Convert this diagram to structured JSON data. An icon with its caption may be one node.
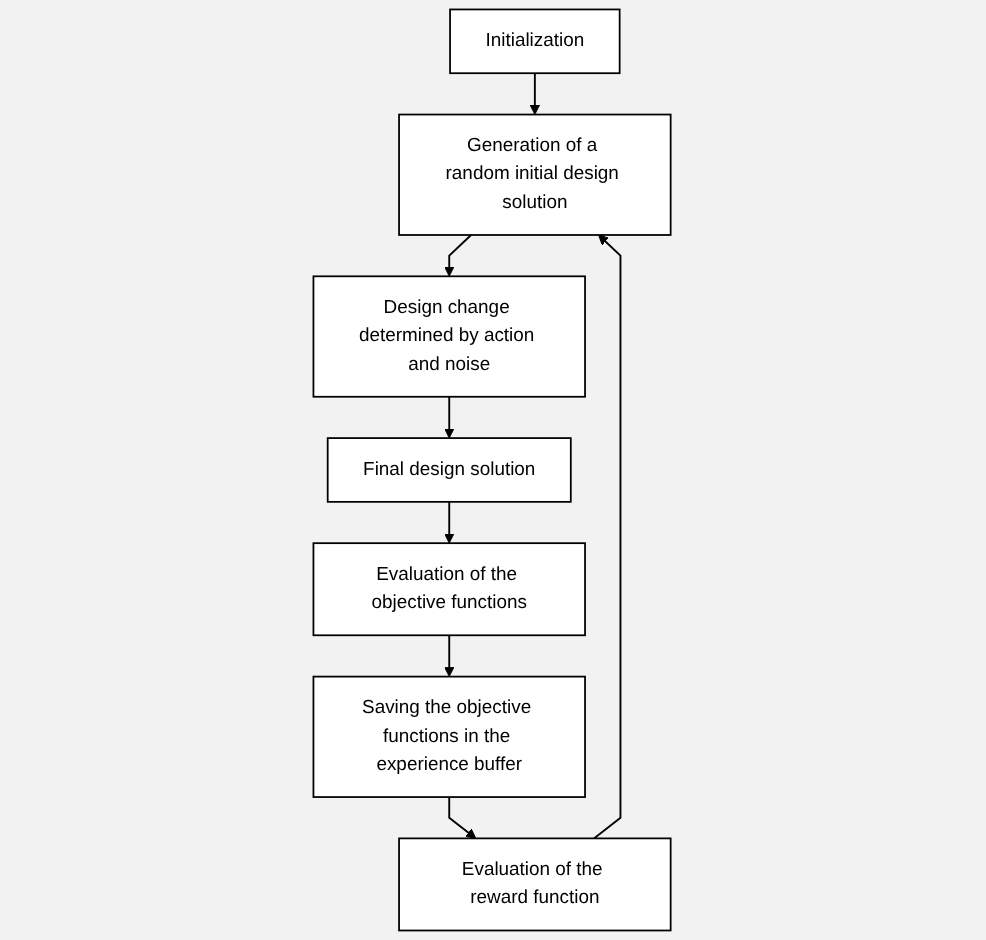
{
  "diagram": {
    "nodes": [
      {
        "text": [
          "Initialization"
        ]
      },
      {
        "text": [
          "Generation of a random initial design solution"
        ]
      },
      {
        "text": [
          "Design change determined by action and noise"
        ]
      },
      {
        "text": [
          "Final design solution"
        ]
      },
      {
        "text": [
          "Evaluation of the objective functions"
        ]
      },
      {
        "text": [
          "Saving the objective functions in the experience buffer"
        ]
      },
      {
        "text": [
          "Evaluation of the reward function"
        ]
      }
    ],
    "edges": [
      {
        "from": 0,
        "to": 1,
        "arrow": "to"
      },
      {
        "from": 1,
        "to": 2,
        "arrow": "to"
      },
      {
        "from": 2,
        "to": 3,
        "arrow": "to"
      },
      {
        "from": 3,
        "to": 4,
        "arrow": "to"
      },
      {
        "from": 4,
        "to": 5,
        "arrow": "to"
      },
      {
        "from": 5,
        "to": 6,
        "arrow": "to"
      },
      {
        "from": 6,
        "to": 1,
        "arrow": "to"
      }
    ]
  }
}
